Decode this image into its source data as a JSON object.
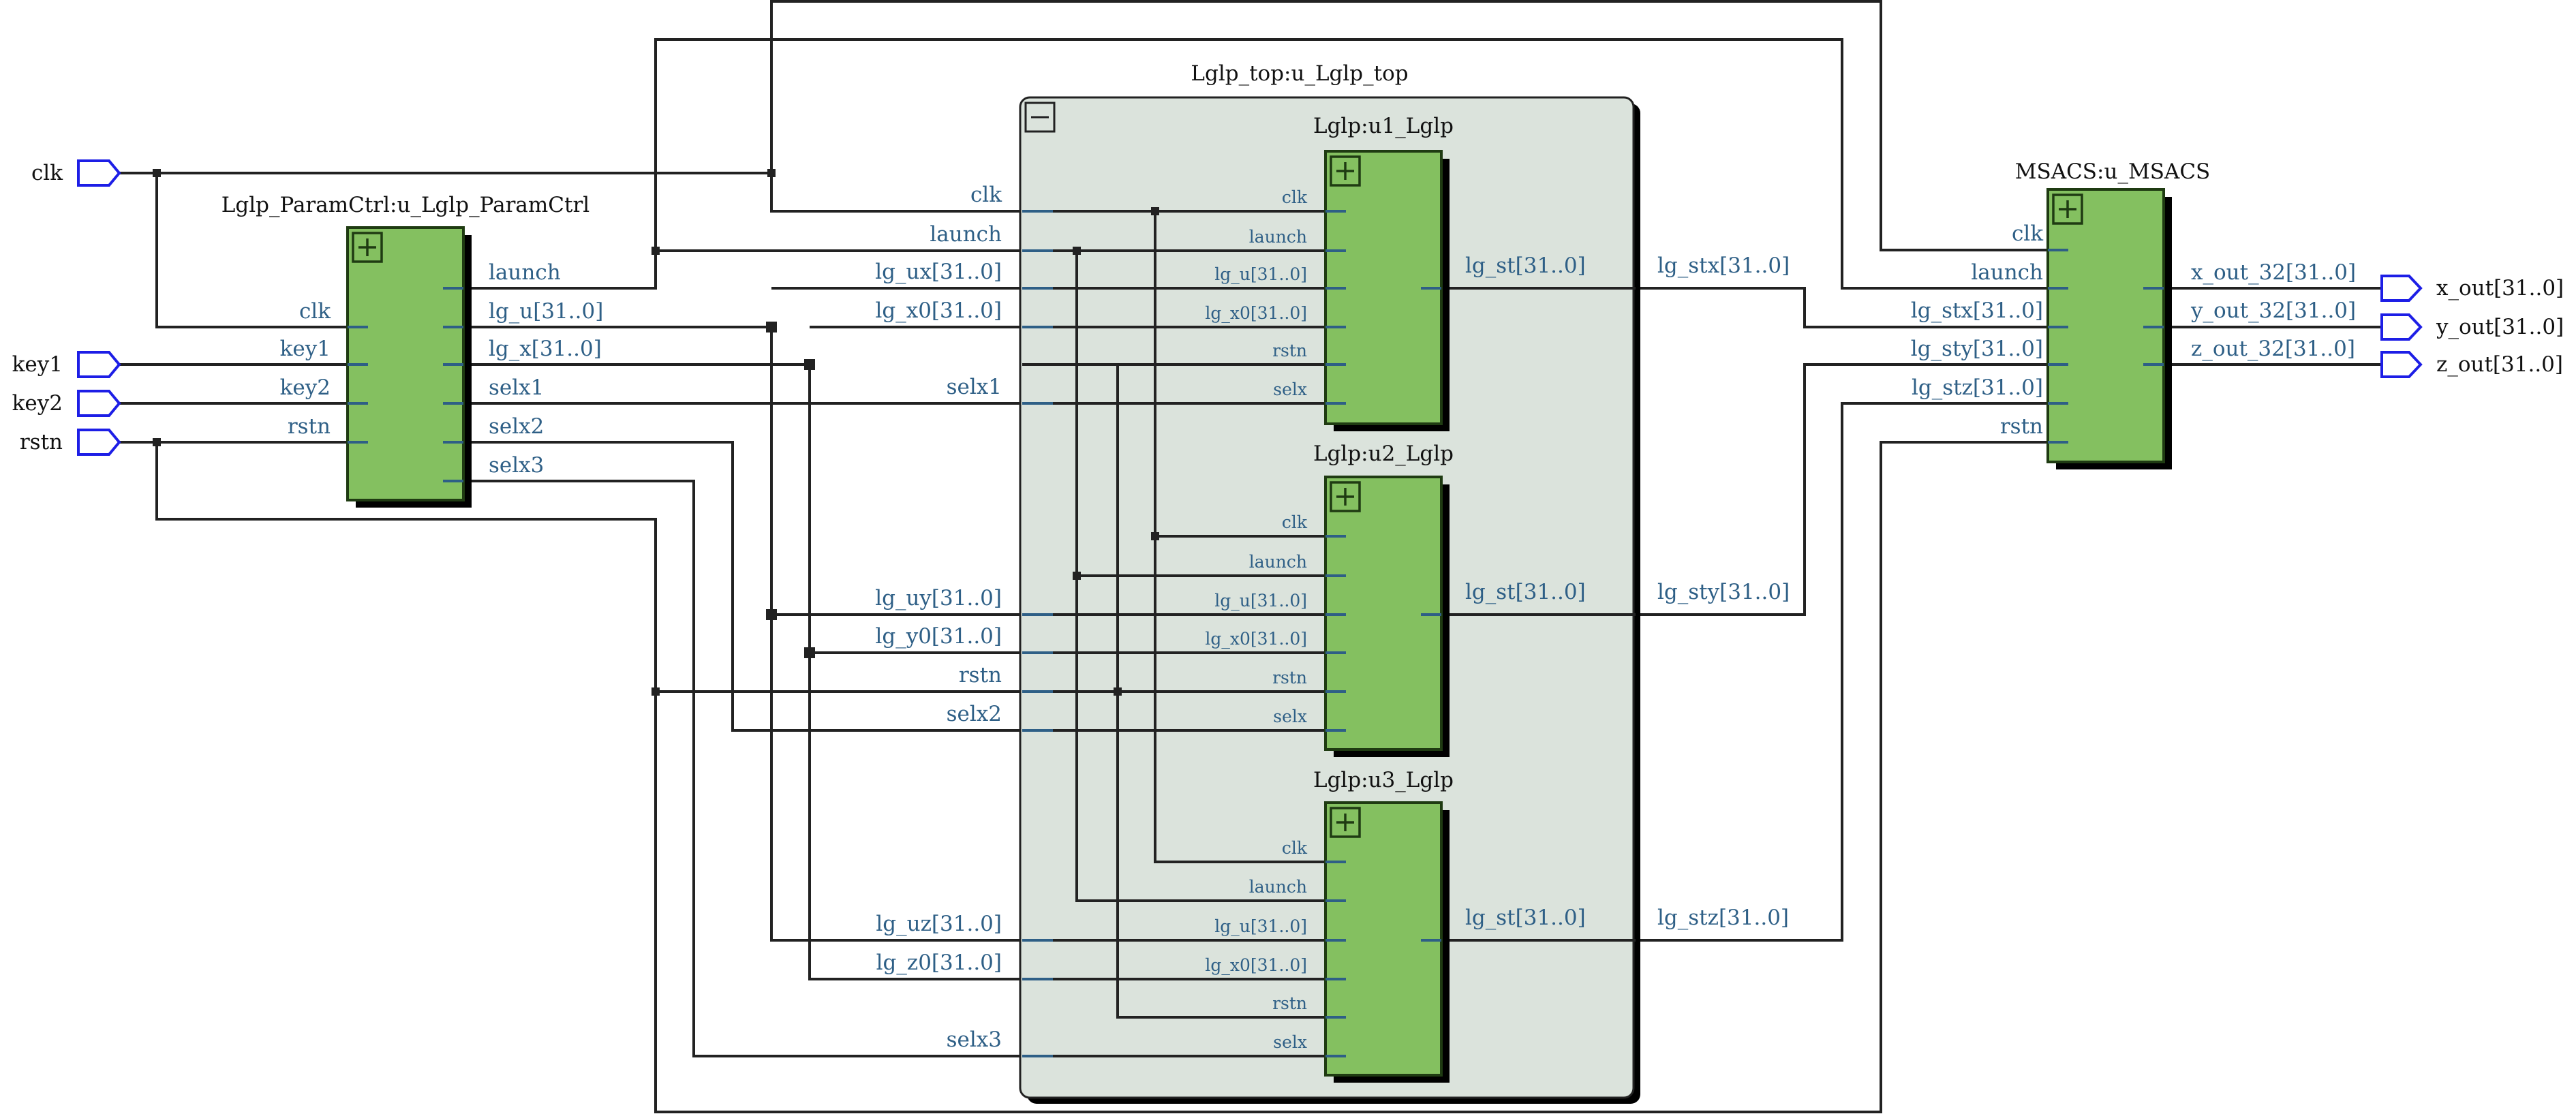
{
  "diagram": {
    "kind": "RTL netlist schematic",
    "colors": {
      "module_fill": "#84c060",
      "module_border": "#1f3b12",
      "top_fill": "#dbe3dc",
      "pin_label": "#2e5f86",
      "wire": "#222222",
      "port": "#1d1ee6"
    },
    "ports": {
      "inputs": [
        "clk",
        "key1",
        "key2",
        "rstn"
      ],
      "outputs": [
        "x_out[31..0]",
        "y_out[31..0]",
        "z_out[31..0]"
      ]
    },
    "param_ctrl": {
      "title": "Lglp_ParamCtrl:u_Lglp_ParamCtrl",
      "inputs": [
        "clk",
        "key1",
        "key2",
        "rstn"
      ],
      "outputs": [
        "launch",
        "lg_u[31..0]",
        "lg_x[31..0]",
        "selx1",
        "selx2",
        "selx3"
      ]
    },
    "top": {
      "title": "Lglp_top:u_Lglp_top",
      "collapse_icon": "minus-box-icon",
      "left_pins": [
        "clk",
        "launch",
        "lg_ux[31..0]",
        "lg_x0[31..0]",
        "selx1",
        "lg_uy[31..0]",
        "lg_y0[31..0]",
        "rstn",
        "selx2",
        "lg_uz[31..0]",
        "lg_z0[31..0]",
        "selx3"
      ],
      "subs": [
        {
          "title": "Lglp:u1_Lglp",
          "inputs": [
            "clk",
            "launch",
            "lg_u[31..0]",
            "lg_x0[31..0]",
            "rstn",
            "selx"
          ],
          "output": "lg_st[31..0]"
        },
        {
          "title": "Lglp:u2_Lglp",
          "inputs": [
            "clk",
            "launch",
            "lg_u[31..0]",
            "lg_x0[31..0]",
            "rstn",
            "selx"
          ],
          "output": "lg_st[31..0]"
        },
        {
          "title": "Lglp:u3_Lglp",
          "inputs": [
            "clk",
            "launch",
            "lg_u[31..0]",
            "lg_x0[31..0]",
            "rstn",
            "selx"
          ],
          "output": "lg_st[31..0]"
        }
      ],
      "out_nets": [
        "lg_stx[31..0]",
        "lg_sty[31..0]",
        "lg_stz[31..0]"
      ]
    },
    "msacs": {
      "title": "MSACS:u_MSACS",
      "inputs": [
        "clk",
        "launch",
        "lg_stx[31..0]",
        "lg_sty[31..0]",
        "lg_stz[31..0]",
        "rstn"
      ],
      "outputs": [
        "x_out_32[31..0]",
        "y_out_32[31..0]",
        "z_out_32[31..0]"
      ]
    },
    "expand_icon": "plus-box-icon"
  }
}
